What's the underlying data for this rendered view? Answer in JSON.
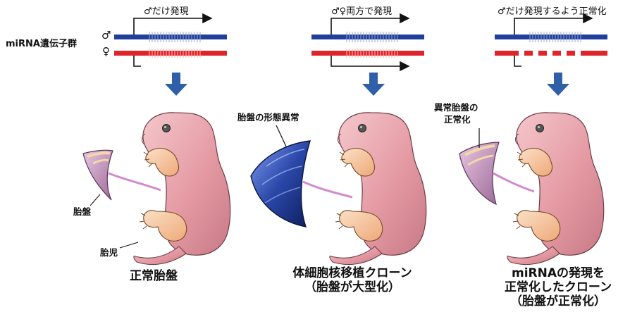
{
  "header": {
    "gene_label": "miRNA遺伝子群",
    "male_symbol": "♂",
    "female_symbol": "♀"
  },
  "panels": [
    {
      "expression": "♂だけ発現",
      "caption_lines": [
        "正常胎盤"
      ],
      "annotation": ""
    },
    {
      "expression": "♂♀両方で発現",
      "caption_lines": [
        "体細胞核移植クローン",
        "（胎盤が大型化）"
      ],
      "annotation": "胎盤の形態異常"
    },
    {
      "expression": "♂だけ発現するよう正常化",
      "caption_lines": [
        "miRNAの発現を",
        "正常化したクローン",
        "（胎盤が正常化）"
      ],
      "annotation_lines": [
        "異常胎盤の",
        "正常化"
      ]
    }
  ],
  "part_labels": {
    "placenta": "胎盤",
    "fetus": "胎児"
  },
  "colors": {
    "male_strand": "#1f3f9a",
    "female_strand": "#e0252a",
    "down_arrow": "#2f5fa8",
    "fetus_skin": "#e6a0a8",
    "limb": "#f3c29a",
    "placenta_normal": "#c79ac0",
    "placenta_enlarged": "#2a47a8"
  }
}
